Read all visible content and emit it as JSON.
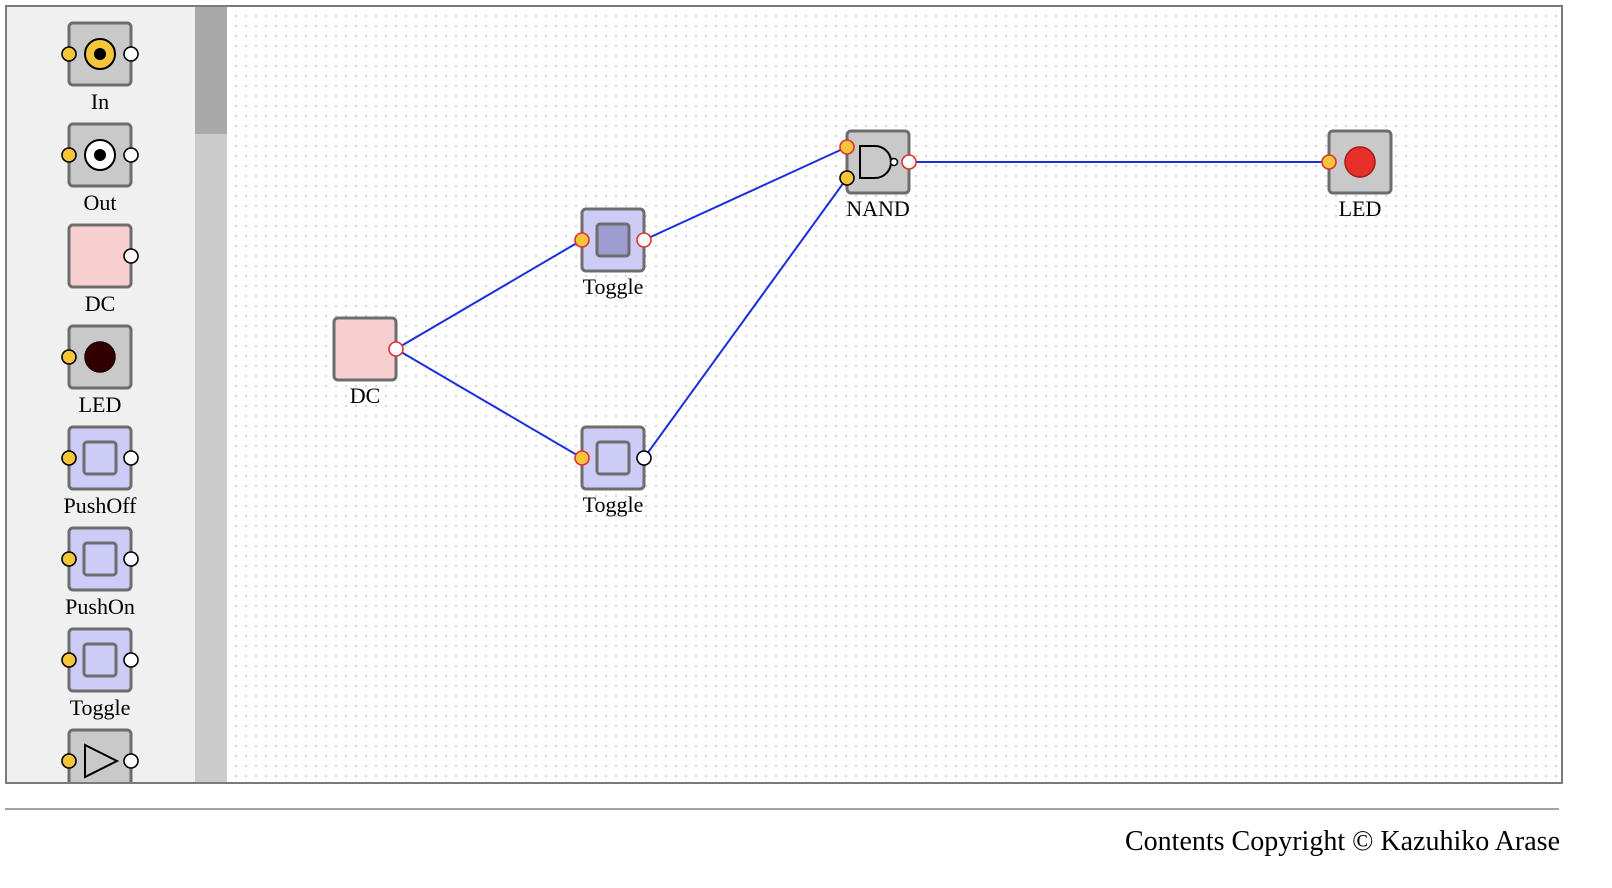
{
  "palette": {
    "items": [
      {
        "kind": "in",
        "label": "In"
      },
      {
        "kind": "out",
        "label": "Out"
      },
      {
        "kind": "dc",
        "label": "DC"
      },
      {
        "kind": "led",
        "label": "LED"
      },
      {
        "kind": "switch",
        "label": "PushOff"
      },
      {
        "kind": "switch",
        "label": "PushOn"
      },
      {
        "kind": "switch",
        "label": "Toggle"
      },
      {
        "kind": "buffer",
        "label": ""
      }
    ]
  },
  "circuit": {
    "components": [
      {
        "id": "dc1",
        "kind": "dc",
        "label": "DC"
      },
      {
        "id": "toggle1",
        "kind": "toggle",
        "label": "Toggle",
        "state": "on"
      },
      {
        "id": "toggle2",
        "kind": "toggle",
        "label": "Toggle",
        "state": "off"
      },
      {
        "id": "nand1",
        "kind": "nand",
        "label": "NAND"
      },
      {
        "id": "led1",
        "kind": "led",
        "label": "LED",
        "state": "on"
      }
    ],
    "wires": [
      {
        "from": "dc1.out",
        "to": "toggle1.in"
      },
      {
        "from": "dc1.out",
        "to": "toggle2.in"
      },
      {
        "from": "toggle1.out",
        "to": "nand1.in1"
      },
      {
        "from": "toggle2.out",
        "to": "nand1.in2"
      },
      {
        "from": "nand1.out",
        "to": "led1.in"
      }
    ]
  },
  "colors": {
    "wire": "#1a2ee0",
    "node_gray": "#c9c9c9",
    "node_border": "#6d6d6d",
    "dc_fill": "#f7cfcf",
    "switch_fill": "#ccccf7",
    "switch_on_fill": "#9d9dd0",
    "pin_yellow": "#f5c63a",
    "pin_active_ring": "#e03030",
    "led_on": "#e8302a",
    "led_off": "#330000"
  },
  "footer": {
    "copyright": "Contents Copyright © Kazuhiko Arase"
  }
}
